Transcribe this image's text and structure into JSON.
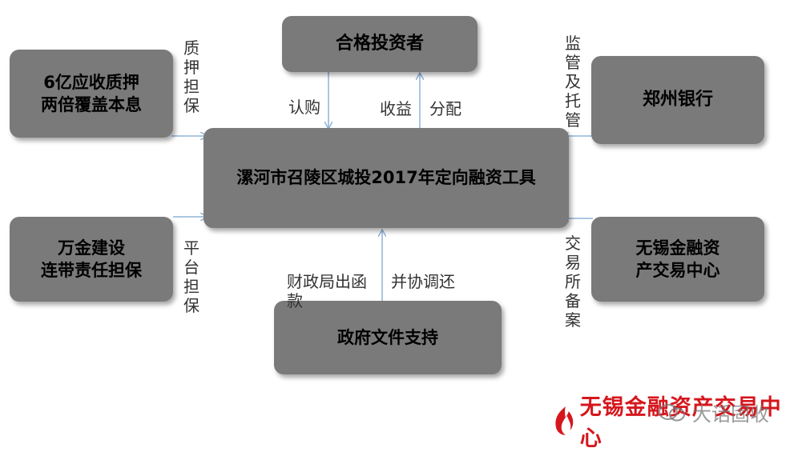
{
  "boxes": {
    "investor": "合格投资者",
    "pledge": "6亿应收质押\n两倍覆盖本息",
    "bank": "郑州银行",
    "center": "漯河市召陵区城投2017年定向融资工具",
    "guarantee": "万金建设\n连带责任担保",
    "exchange": "无锡金融资\n产交易中心",
    "government": "政府文件支持"
  },
  "labels": {
    "pledge_guarantee": "质押担保",
    "subscribe": "认购",
    "income": "收益",
    "distribute": "分配",
    "supervision": "监管及托管",
    "platform_guarantee": "平台担保",
    "exchange_filing": "交易所备案",
    "finance_letter": "财政局出函款",
    "coordinate_repay": "并协调还"
  },
  "footer": {
    "brand": "无锡金融资产交易中心",
    "watermark": "大话固收"
  },
  "colors": {
    "box_fill": "#7a7a7a",
    "line": "#8fb3d6",
    "brand_red": "#d6161d"
  }
}
